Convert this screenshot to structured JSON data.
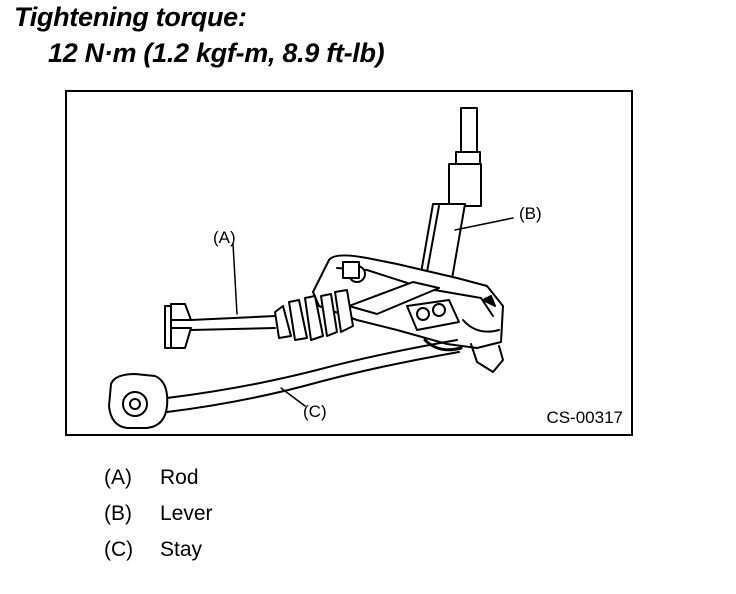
{
  "heading": {
    "title": "Tightening torque:",
    "subtitle": "12 N·m (1.2 kgf-m, 8.9 ft-lb)"
  },
  "figure": {
    "callouts": {
      "a": "(A)",
      "b": "(B)",
      "c": "(C)"
    },
    "code": "CS-00317"
  },
  "legend": [
    {
      "key": "(A)",
      "label": "Rod"
    },
    {
      "key": "(B)",
      "label": "Lever"
    },
    {
      "key": "(C)",
      "label": "Stay"
    }
  ]
}
